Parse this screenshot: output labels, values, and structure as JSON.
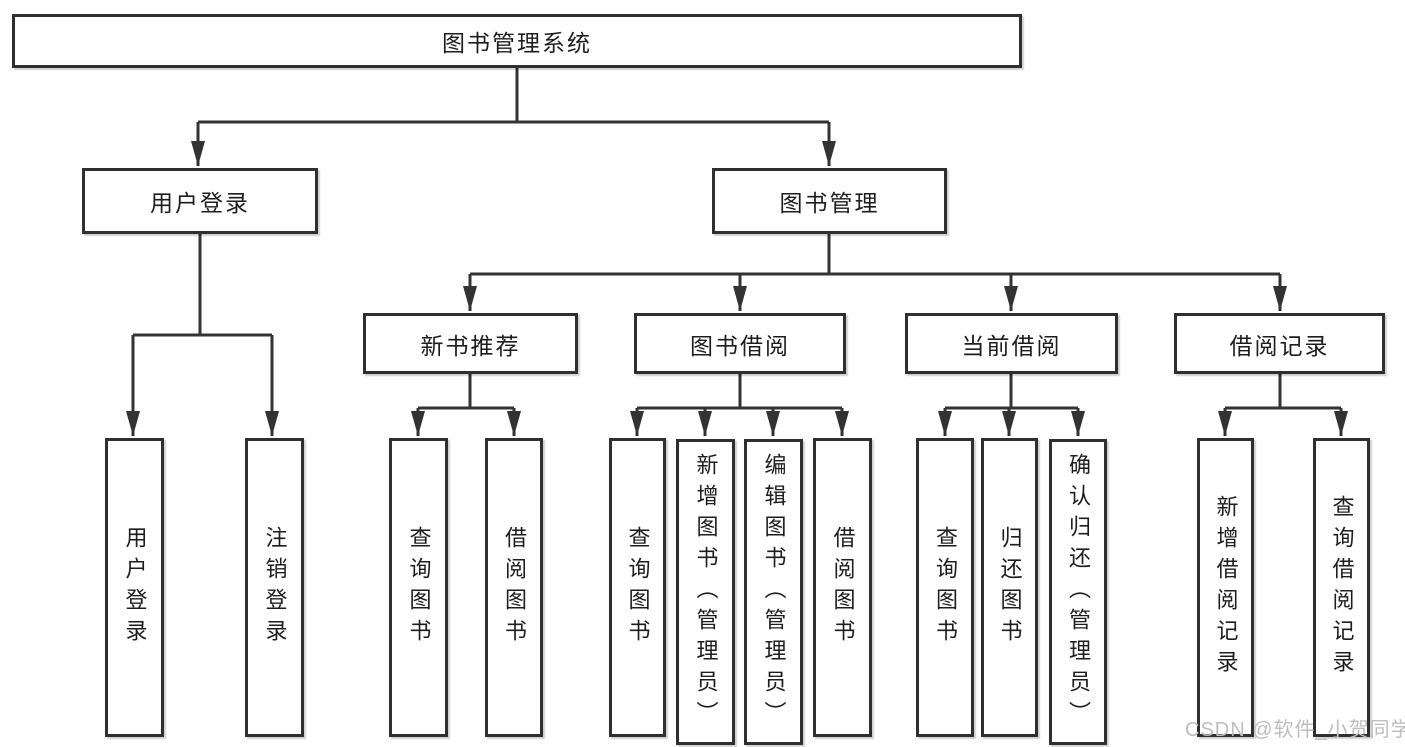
{
  "tree": {
    "root": {
      "label": "图书管理系统"
    },
    "branches": [
      {
        "label": "用户登录",
        "children": [
          {
            "label": "用户登录"
          },
          {
            "label": "注销登录"
          }
        ]
      },
      {
        "label": "图书管理",
        "children": [
          {
            "label": "新书推荐",
            "children": [
              {
                "label": "查询图书"
              },
              {
                "label": "借阅图书"
              }
            ]
          },
          {
            "label": "图书借阅",
            "children": [
              {
                "label": "查询图书"
              },
              {
                "label": "新增图书（管理员）"
              },
              {
                "label": "编辑图书（管理员）"
              },
              {
                "label": "借阅图书"
              }
            ]
          },
          {
            "label": "当前借阅",
            "children": [
              {
                "label": "查询图书"
              },
              {
                "label": "归还图书"
              },
              {
                "label": "确认归还（管理员）"
              }
            ]
          },
          {
            "label": "借阅记录",
            "children": [
              {
                "label": "新增借阅记录"
              },
              {
                "label": "查询借阅记录"
              }
            ]
          }
        ]
      }
    ]
  },
  "watermark": {
    "text": "CSDN @软件_小贺同学"
  },
  "colors": {
    "line": "#333333",
    "box_border": "#2f2f2f",
    "box_background": "#ffffff",
    "text": "#1d1d1d",
    "watermark": "#bdbdbd"
  }
}
